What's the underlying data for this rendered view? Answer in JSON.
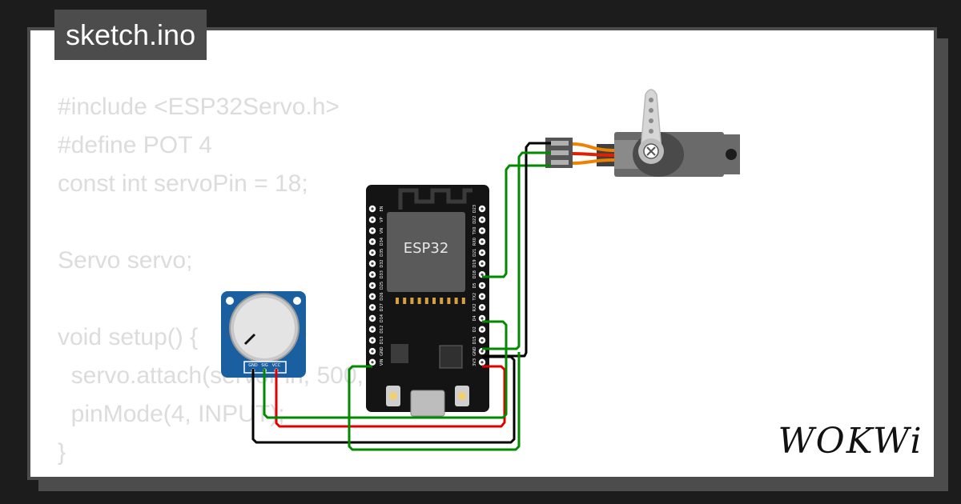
{
  "header": {
    "file_tab_label": "sketch.ino"
  },
  "code_lines": [
    "#include <ESP32Servo.h>",
    "#define POT 4",
    "const int servoPin = 18;",
    "",
    "Servo servo;",
    "",
    "void setup() {",
    "  servo.attach(servoPin, 500, 2400);",
    "  pinMode(4, INPUT);",
    "}"
  ],
  "board": {
    "label": "ESP32",
    "left_pins": [
      "EN",
      "VP",
      "VN",
      "D34",
      "D35",
      "D32",
      "D33",
      "D25",
      "D26",
      "D27",
      "D14",
      "D12",
      "D13",
      "GND",
      "VIN"
    ],
    "right_pins": [
      "D23",
      "D22",
      "TX0",
      "RX0",
      "D21",
      "D19",
      "D18",
      "D5",
      "TX2",
      "RX2",
      "D4",
      "D2",
      "D15",
      "GND",
      "3V3"
    ]
  },
  "potentiometer": {
    "pins": [
      "GND",
      "SIG",
      "VCC"
    ]
  },
  "logo": {
    "text": "WOKWi"
  },
  "colors": {
    "wire_green": "#008a00",
    "wire_red": "#e00000",
    "wire_black": "#000000",
    "servo_wire_orange": "#f08000",
    "servo_wire_red": "#e02000",
    "servo_wire_brown": "#8a3a00"
  }
}
